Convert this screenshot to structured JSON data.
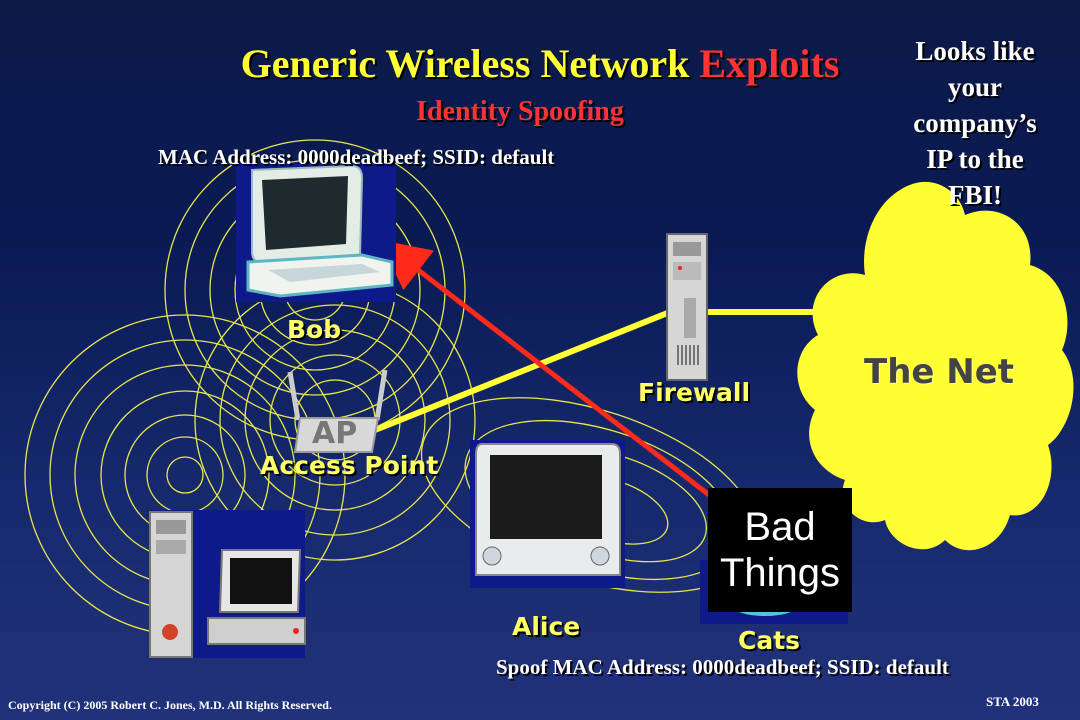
{
  "slide": {
    "title_main": "Generic Wireless Network ",
    "title_highlight": "Exploits",
    "subtitle": "Identity Spoofing",
    "mac_address_note": "MAC Address: 0000deadbeef; SSID: default",
    "spoof_note": "Spoof MAC Address: 0000deadbeef; SSID: default",
    "side_note": [
      "Looks like",
      "your",
      "company’s",
      "IP to the",
      "FBI!"
    ],
    "footer_copyright": "Copyright (C) 2005 Robert C. Jones, M.D.    All Rights Reserved.",
    "footer_tag": "STA 2003"
  },
  "nodes": {
    "bob": "Bob",
    "access_point_badge": "AP",
    "access_point": "Access Point",
    "firewall": "Firewall",
    "internet": "The Net",
    "alice": "Alice",
    "cats": "Cats",
    "bad_things_line1": "Bad",
    "bad_things_line2": "Things"
  },
  "colors": {
    "title": "#ffff33",
    "highlight": "#ff3333",
    "node_label": "#ffff66",
    "radio_waves": "#e6e64a",
    "cloud": "#ffff33",
    "attack_arrow": "#ff2a1a"
  },
  "icons": [
    "laptop-icon",
    "access-point-icon",
    "firewall-server-icon",
    "cloud-icon",
    "desktop-computer-icon",
    "imac-icon",
    "attack-arrow-icon"
  ]
}
